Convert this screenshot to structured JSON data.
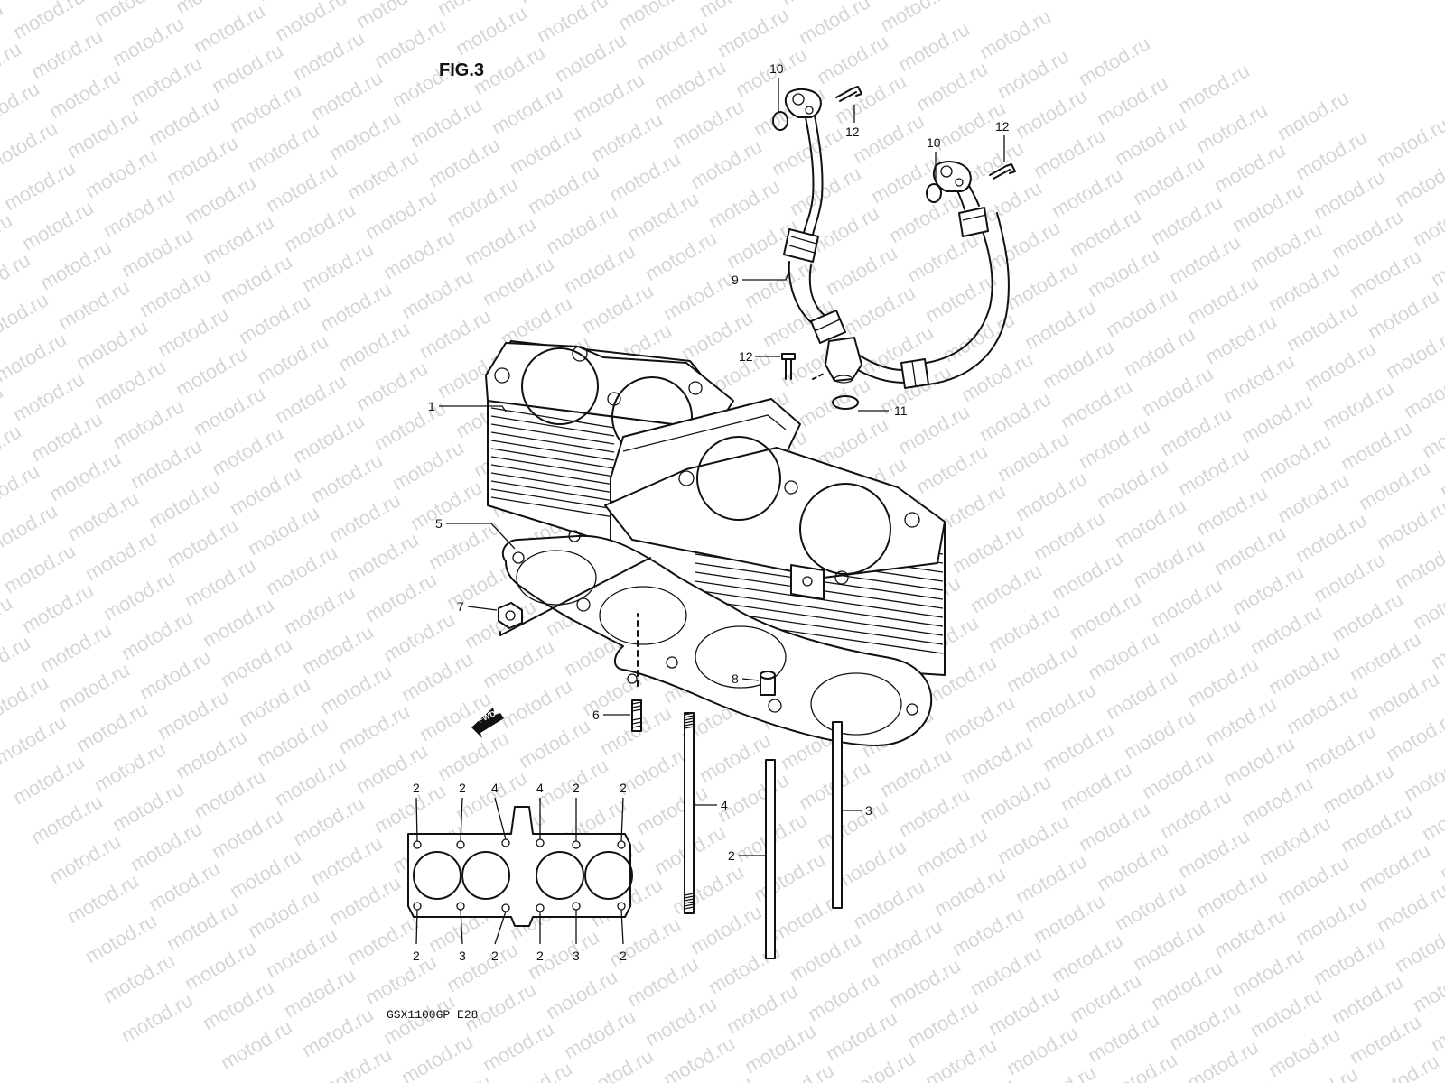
{
  "figure": {
    "title": "FIG.3",
    "model_code": "GSX1100GP  E28",
    "fwd_marker": "FWD",
    "watermark": "motod.ru"
  },
  "callouts": [
    {
      "part": "1"
    },
    {
      "part": "5"
    },
    {
      "part": "7"
    },
    {
      "part": "6"
    },
    {
      "part": "8"
    },
    {
      "part": "9"
    },
    {
      "part": "10"
    },
    {
      "part": "12"
    },
    {
      "part": "10"
    },
    {
      "part": "12"
    },
    {
      "part": "12"
    },
    {
      "part": "11"
    },
    {
      "part": "4"
    },
    {
      "part": "2"
    },
    {
      "part": "3"
    }
  ],
  "tightening_sequence": {
    "top_labels": [
      "2",
      "2",
      "4",
      "4",
      "2",
      "2"
    ],
    "bottom_labels": [
      "2",
      "3",
      "2",
      "2",
      "3",
      "2"
    ]
  },
  "colors": {
    "line": "#111111",
    "watermark": "#d4d4d4",
    "background": "#ffffff"
  }
}
